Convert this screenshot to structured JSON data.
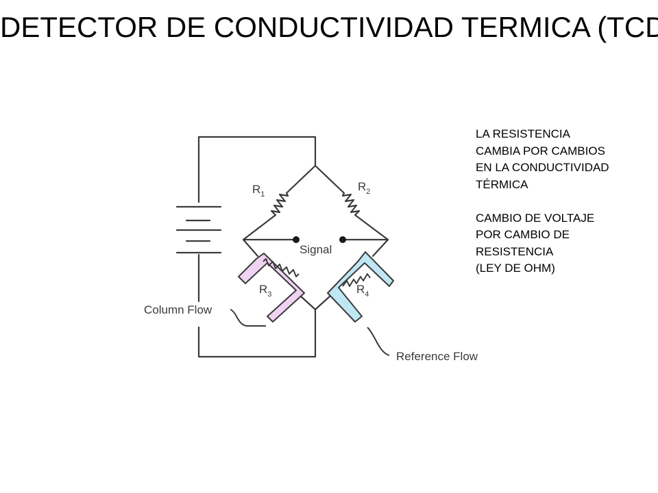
{
  "title": "DETECTOR DE CONDUCTIVIDAD TERMICA (TCD)",
  "diagram": {
    "labels": {
      "r1": "R",
      "r1_sub": "1",
      "r2": "R",
      "r2_sub": "2",
      "r3": "R",
      "r3_sub": "3",
      "r4": "R",
      "r4_sub": "4",
      "signal": "Signal",
      "column_flow": "Column Flow",
      "reference_flow": "Reference Flow"
    },
    "colors": {
      "wire": "#3a3a3a",
      "column_cell": "#f0d2f2",
      "reference_cell": "#bfe6f3"
    }
  },
  "notes": {
    "paragraph1": [
      "LA RESISTENCIA",
      "CAMBIA POR CAMBIOS",
      "EN LA CONDUCTIVIDAD",
      "TÉRMICA"
    ],
    "paragraph2": [
      "CAMBIO DE VOLTAJE",
      "POR CAMBIO DE",
      "RESISTENCIA",
      "(LEY DE OHM)"
    ]
  }
}
